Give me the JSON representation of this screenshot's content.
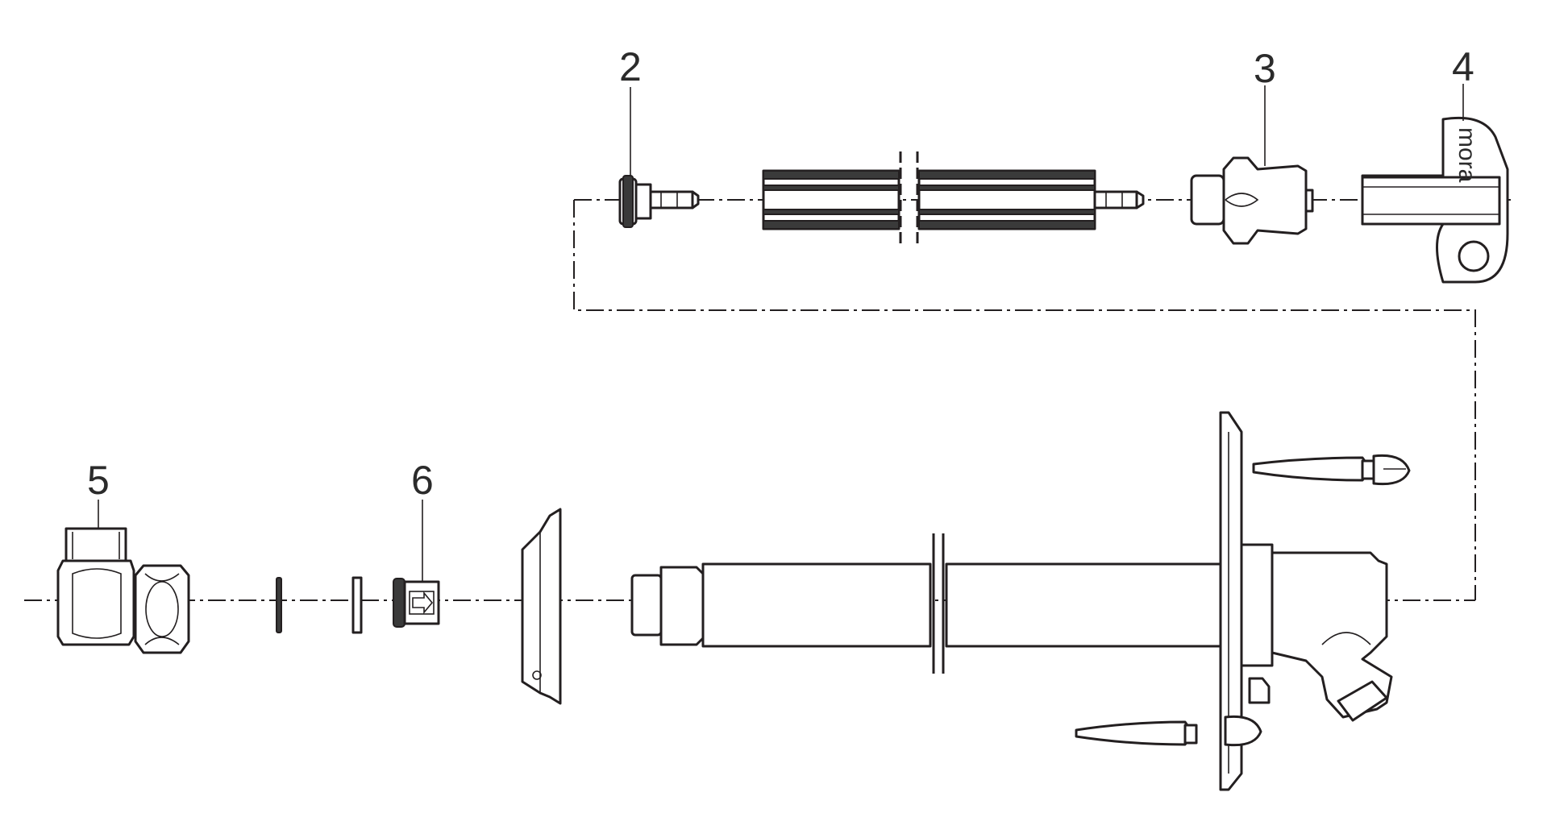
{
  "diagram": {
    "callouts": [
      {
        "id": "callout-2",
        "text": "2"
      },
      {
        "id": "callout-3",
        "text": "3"
      },
      {
        "id": "callout-4",
        "text": "4"
      },
      {
        "id": "callout-5",
        "text": "5"
      },
      {
        "id": "callout-6",
        "text": "6"
      }
    ],
    "key_brand_text": "mora",
    "colors": {
      "line": "#231f20",
      "fill": "#ffffff",
      "stripe": "#3a3a3a"
    }
  }
}
